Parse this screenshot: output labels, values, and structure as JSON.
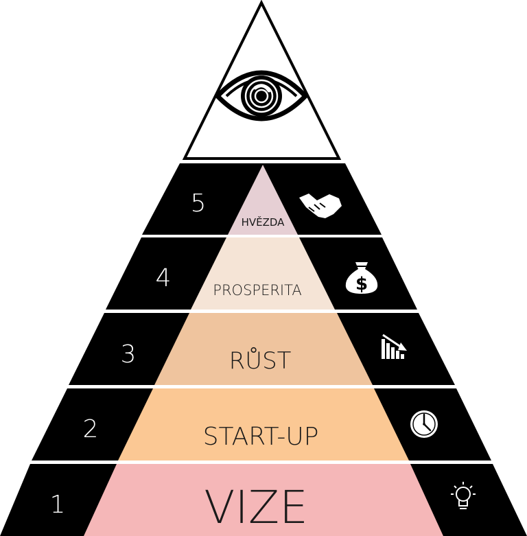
{
  "diagram": {
    "levels": [
      {
        "number": "5",
        "label": "HVĚZDA",
        "icon": "handshake-icon",
        "color": "#e6cfd4"
      },
      {
        "number": "4",
        "label": "PROSPERITA",
        "icon": "money-bag-icon",
        "color": "#f5e4d6"
      },
      {
        "number": "3",
        "label": "RŮST",
        "icon": "growth-chart-icon",
        "color": "#efc49e"
      },
      {
        "number": "2",
        "label": "START-UP",
        "icon": "clock-icon",
        "color": "#fbc894"
      },
      {
        "number": "1",
        "label": "VIZE",
        "icon": "lightbulb-icon",
        "color": "#f5b7b8"
      }
    ],
    "apex_icon": "all-seeing-eye-icon",
    "band_color": "#000000",
    "outline_color": "#000000"
  }
}
